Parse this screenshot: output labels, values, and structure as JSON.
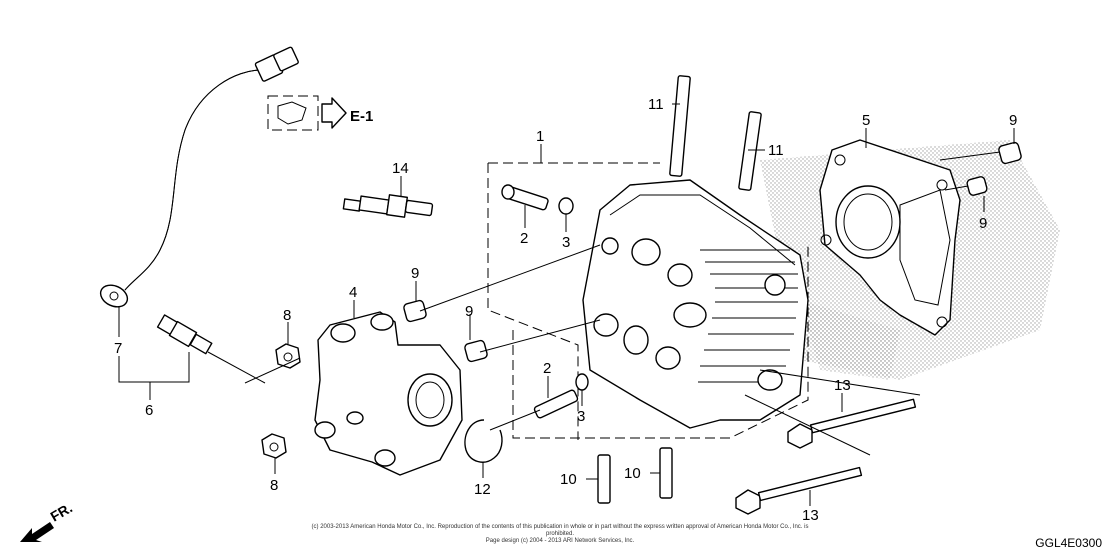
{
  "callouts": {
    "c1": "1",
    "c2a": "2",
    "c2b": "2",
    "c3a": "3",
    "c3b": "3",
    "c4": "4",
    "c5": "5",
    "c6": "6",
    "c7": "7",
    "c8a": "8",
    "c8b": "8",
    "c9a": "9",
    "c9b": "9",
    "c9c": "9",
    "c9d": "9",
    "c10a": "10",
    "c10b": "10",
    "c11a": "11",
    "c11b": "11",
    "c12": "12",
    "c13a": "13",
    "c13b": "13",
    "c14": "14"
  },
  "reference": {
    "label": "E-1"
  },
  "direction": {
    "label": "FR."
  },
  "footer": {
    "line1": "(c) 2003-2013 American Honda Motor Co., Inc. Reproduction of the contents of this publication in whole or in part without the express written approval of American Honda Motor Co., Inc. is prohibited.",
    "line2": "Page design (c) 2004 - 2013 ARI Network Services, Inc."
  },
  "diagram_code": "GGL4E0300"
}
